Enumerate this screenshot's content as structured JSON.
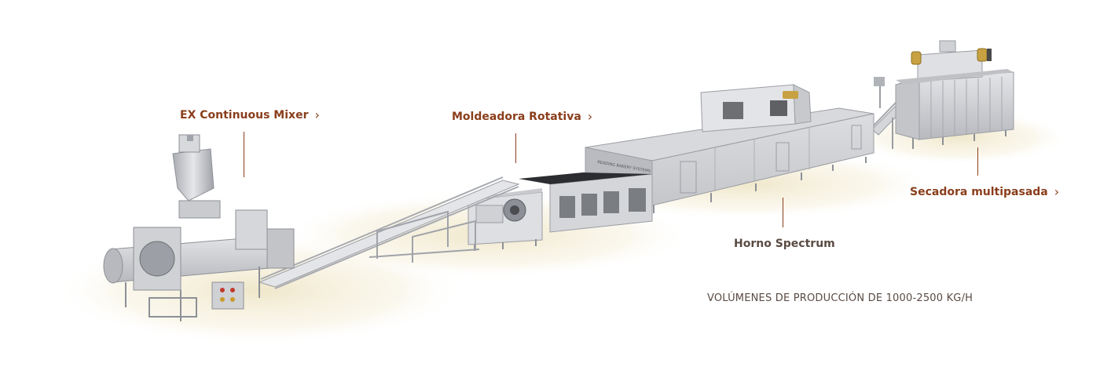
{
  "colors": {
    "accent": "#8a3e1c",
    "leader": "#8a3e1c",
    "label_dark": "#5a4b43",
    "steel": "#c9cbcf",
    "steel_dark": "#8d9096",
    "shadow": "#e9e1c6"
  },
  "machines": [
    {
      "id": "mixer",
      "label": "EX Continuous Mixer",
      "link": true,
      "icon": "chevron-right-icon"
    },
    {
      "id": "moulder",
      "label": "Moldeadora Rotativa",
      "link": true,
      "icon": "chevron-right-icon"
    },
    {
      "id": "oven",
      "label": "Horno Spectrum",
      "link": false
    },
    {
      "id": "dryer",
      "label": "Secadora multipasada",
      "link": true,
      "icon": "chevron-right-icon"
    }
  ],
  "production_volume": "VOLÚMENES DE PRODUCCIÓN DE 1000-2500 KG/H"
}
